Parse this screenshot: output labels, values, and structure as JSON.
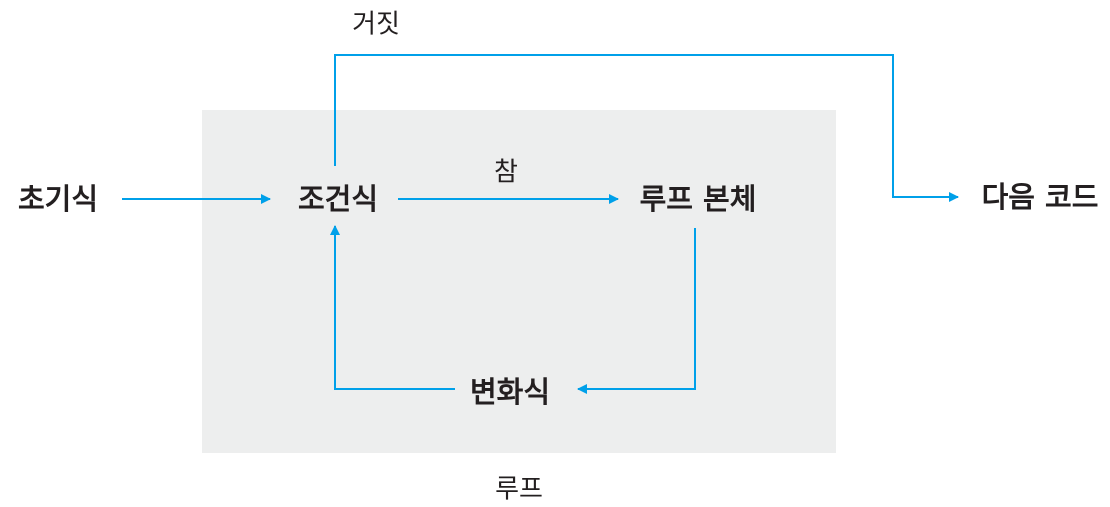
{
  "colors": {
    "arrow": "#00a0e9",
    "box": "#edeeee",
    "text": "#231f20"
  },
  "nodes": {
    "init": "초기식",
    "condition": "조건식",
    "body": "루프 본체",
    "update": "변화식",
    "next": "다음 코드"
  },
  "edges": {
    "true_label": "참",
    "false_label": "거짓"
  },
  "loop_label": "루프"
}
